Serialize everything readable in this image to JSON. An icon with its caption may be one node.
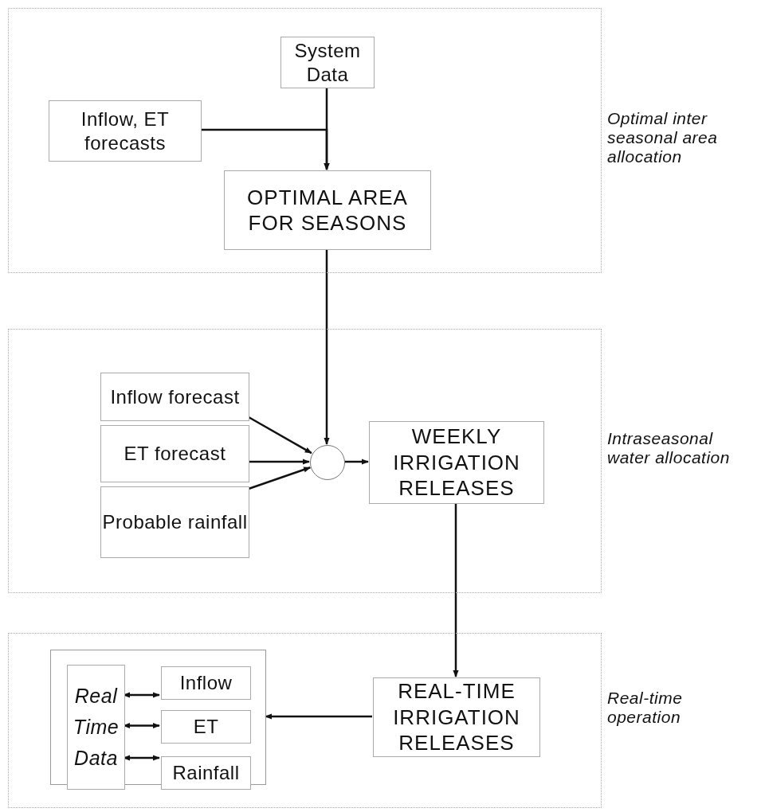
{
  "diagram": {
    "nodes": [
      {
        "text": [],
        "shape": "box",
        "beside": [
          "Optimal inter seasonal area allocation"
        ]
      },
      {
        "text": [
          "System Data"
        ],
        "in": 0
      },
      {
        "text": [
          "Inflow, ET forecasts"
        ],
        "in": 0
      },
      {
        "text": [
          "OPTIMAL AREA FOR SEASONS"
        ],
        "in": 0
      },
      {
        "text": [],
        "shape": "box",
        "beside": [
          "Intraseasonal water allocation"
        ]
      },
      {
        "text": [
          "Inflow forecast"
        ],
        "in": 4
      },
      {
        "text": [
          "ET forecast"
        ],
        "in": 4
      },
      {
        "text": [
          "Probable rainfall"
        ],
        "in": 4
      },
      {
        "text": [],
        "shape": "circle",
        "in": 4
      },
      {
        "text": [
          "WEEKLY IRRIGATION RELEASES"
        ],
        "in": 4
      },
      {
        "text": [],
        "shape": "box",
        "beside": [
          "Real-time operation"
        ]
      },
      {
        "text": [],
        "shape": "box",
        "in": 10
      },
      {
        "text": [
          "Real Time Data"
        ],
        "in": 11
      },
      {
        "text": [
          "Inflow"
        ],
        "in": 11
      },
      {
        "text": [
          "ET"
        ],
        "in": 11
      },
      {
        "text": [
          "Rainfall"
        ],
        "in": 11
      },
      {
        "text": [
          "REAL-TIME IRRIGATION RELEASES"
        ],
        "in": 10
      }
    ],
    "edges": [
      {
        "from": 1,
        "to": 3,
        "arrow": "to"
      },
      {
        "from": 2,
        "to": 3,
        "arrow": "to"
      },
      {
        "from": 3,
        "to": 8,
        "arrow": "to"
      },
      {
        "from": 5,
        "to": 8,
        "arrow": "to"
      },
      {
        "from": 6,
        "to": 8,
        "arrow": "to"
      },
      {
        "from": 7,
        "to": 8,
        "arrow": "to"
      },
      {
        "from": 8,
        "to": 9,
        "arrow": "to"
      },
      {
        "from": 9,
        "to": 16,
        "arrow": "to"
      },
      {
        "from": 16,
        "to": 11,
        "arrow": "to"
      },
      {
        "from": 12,
        "to": 13,
        "arrow": "both"
      },
      {
        "from": 12,
        "to": 14,
        "arrow": "both"
      },
      {
        "from": 12,
        "to": 15,
        "arrow": "both"
      }
    ]
  }
}
